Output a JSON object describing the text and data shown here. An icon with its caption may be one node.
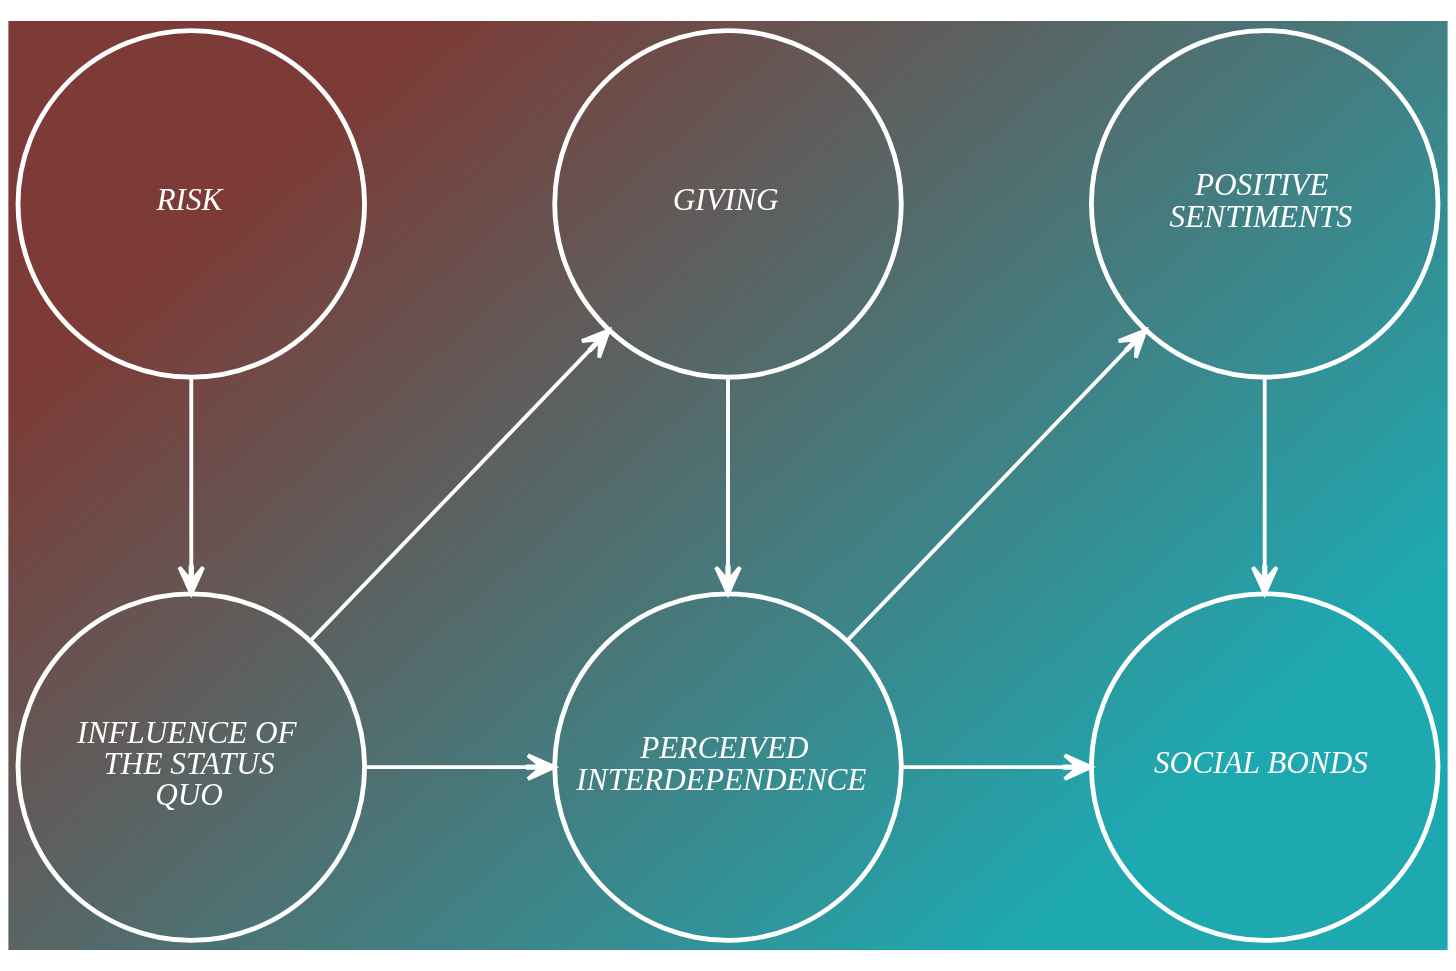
{
  "diagram": {
    "nodes": [
      {
        "text": [
          "RISK"
        ]
      },
      {
        "text": [
          "INFLUENCE OF THE STATUS QUO"
        ]
      },
      {
        "text": [
          "GIVING"
        ]
      },
      {
        "text": [
          "PERCEIVED INTERDEPENDENCE"
        ]
      },
      {
        "text": [
          "POSITIVE SENTIMENTS"
        ]
      },
      {
        "text": [
          "SOCIAL BONDS"
        ]
      }
    ],
    "edges": [
      {
        "from": 0,
        "to": 1,
        "arrow": "to"
      },
      {
        "from": 1,
        "to": 2,
        "arrow": "to"
      },
      {
        "from": 2,
        "to": 3,
        "arrow": "to"
      },
      {
        "from": 1,
        "to": 3,
        "arrow": "to"
      },
      {
        "from": 3,
        "to": 4,
        "arrow": "to"
      },
      {
        "from": 4,
        "to": 5,
        "arrow": "to"
      },
      {
        "from": 3,
        "to": 5,
        "arrow": "to"
      }
    ]
  }
}
